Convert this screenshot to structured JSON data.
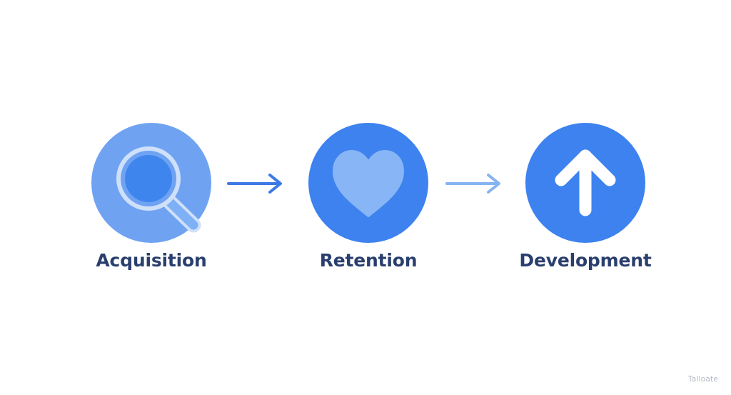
{
  "stages": [
    {
      "label": "Acquisition",
      "icon": "magnifying-glass-icon",
      "circle_color": "#6fa3f2"
    },
    {
      "label": "Retention",
      "icon": "heart-icon",
      "circle_color": "#3d82ef"
    },
    {
      "label": "Development",
      "icon": "arrow-up-icon",
      "circle_color": "#3d82ef"
    }
  ],
  "connectors": [
    {
      "icon": "arrow-right-icon",
      "color": "#3d7ae6"
    },
    {
      "icon": "arrow-right-icon",
      "color": "#86b4f2"
    }
  ],
  "label_color": "#2a3f6d",
  "watermark": "Talloate"
}
